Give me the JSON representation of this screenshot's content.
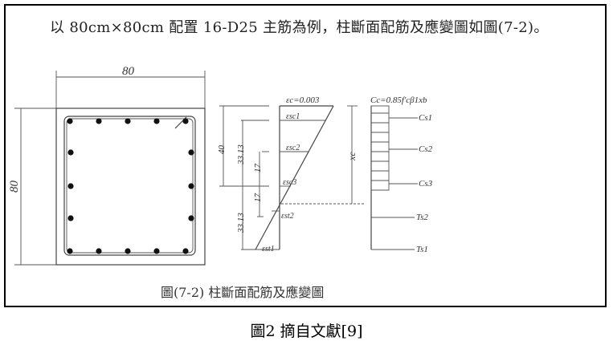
{
  "heading": "以 80cm×80cm 配置 16-D25 主筋為例，柱斷面配筋及應變圖如圖(7-2)。",
  "section": {
    "width_label": "80",
    "height_label": "80",
    "bar_count": 16
  },
  "strain": {
    "top_label": "εc=0.003",
    "labels": [
      "εsc1",
      "εsc2",
      "εsc3",
      "εst2",
      "εst1"
    ],
    "dims": [
      "40",
      "33.13",
      "17",
      "17",
      "33.13"
    ]
  },
  "forces": {
    "top_label": "Cc=0.85f'cβ1xb",
    "xc_label": "xc",
    "labels": [
      "Cs1",
      "Cs2",
      "Cs3",
      "Ts2",
      "Ts1"
    ]
  },
  "figure_caption": "圖(7-2) 柱斷面配筋及應變圖",
  "caption": "圖2 摘自文獻[9]"
}
